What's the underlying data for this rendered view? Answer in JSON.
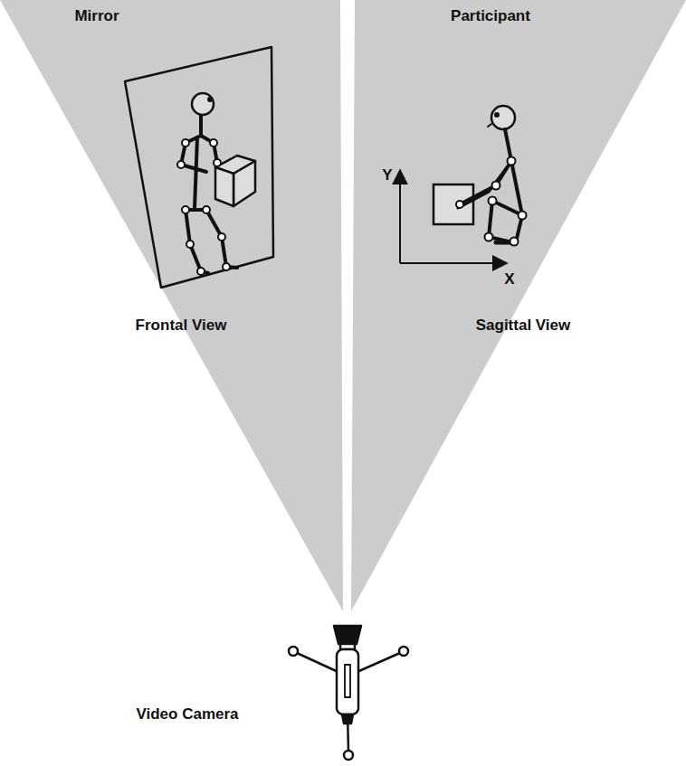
{
  "diagram": {
    "labels": [
      "Mirror",
      "Participant",
      "Frontal View",
      "Sagittal View",
      "Y",
      "X",
      "Video Camera"
    ]
  }
}
